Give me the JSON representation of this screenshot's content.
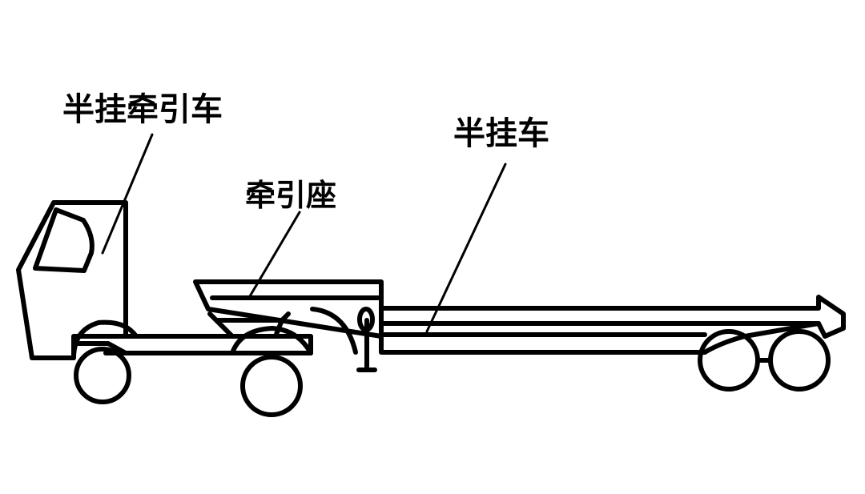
{
  "labels": {
    "tractor": "半挂牵引车",
    "fifth_wheel": "牵引座",
    "semitrailer": "半挂车"
  },
  "colors": {
    "line": "#000000",
    "background": "#ffffff"
  }
}
